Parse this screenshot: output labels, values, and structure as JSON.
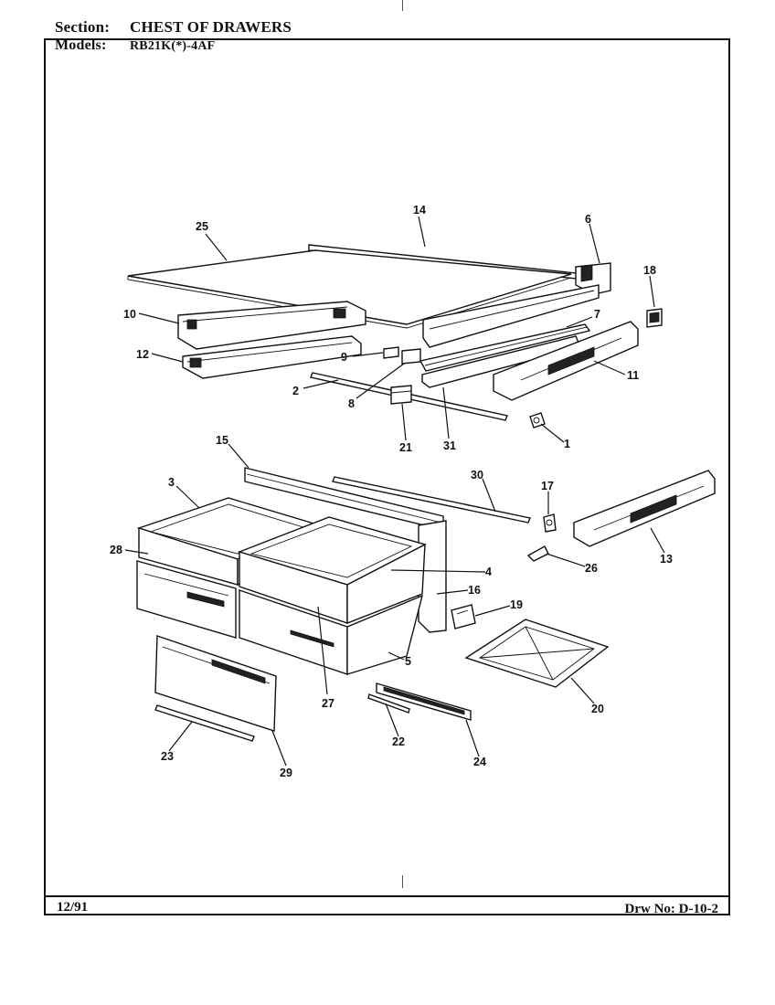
{
  "header": {
    "section_label": "Section:",
    "section_value": "CHEST OF DRAWERS",
    "models_label": "Models:",
    "models_value": "RB21K(*)-4AF"
  },
  "footer": {
    "date": "12/91",
    "drawing_no": "Drw No: D-10-2"
  },
  "callouts": [
    "14",
    "25",
    "6",
    "18",
    "10",
    "7",
    "12",
    "9",
    "11",
    "2",
    "8",
    "21",
    "31",
    "1",
    "15",
    "30",
    "3",
    "17",
    "28",
    "13",
    "4",
    "26",
    "16",
    "19",
    "5",
    "27",
    "20",
    "22",
    "23",
    "29",
    "24"
  ]
}
